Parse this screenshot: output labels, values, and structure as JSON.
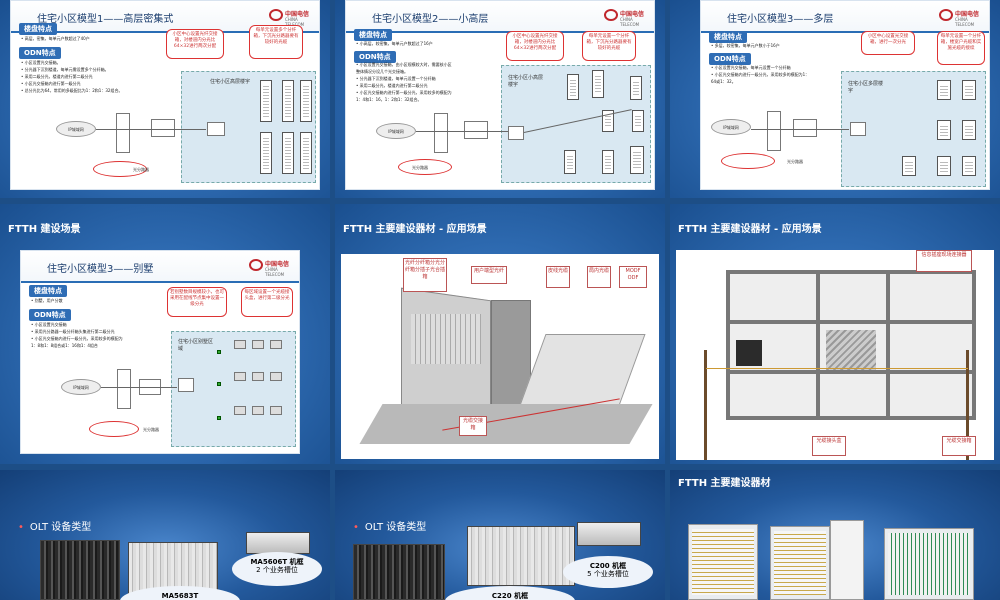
{
  "slides": {
    "s1": {
      "title": "住宅小区模型1——高层密集式",
      "sec1": "楼盘特点",
      "sec1_text": "• 高层，密集，每单元户数超过了40户",
      "sec2": "ODN特点",
      "sec2_text": [
        "• 小区设置光交接箱。",
        "• 分光器下沉到楼道，每单元需设置多个分纤箱。",
        "• 采用二级分光，楼道内进行第二级分光",
        "• 小区光交接箱内进行第一级分光",
        "• 总分光比为64，常用的多级配比为1：2和1：32组合。"
      ],
      "callout1": "小区中心设置光纤交接箱，对楼道内分光比64×32进行两次分配",
      "callout2": "每单元设置多个分纤箱，下沉光分路器要有较好的光缆",
      "zone": "住宅小区高层楼宇",
      "cloud": "IP城域网",
      "legend": "光分路器"
    },
    "s2": {
      "title": "住宅小区模型2——小高层",
      "sec1": "楼盘特点",
      "sec1_text": "• 小高层，较密集，每单元户数超过了16户",
      "sec2": "ODN特点",
      "sec2_text": [
        "• 小区设置光交接箱，由小区规模较大时，需要核小区",
        "  整体情况分设几个光交接箱。",
        "• 分光器下沉到楼道，每单元设置一个分纤箱",
        "• 采用二级分光，楼道内进行第二级分光",
        "• 小区光交接箱内进行第一级分光，采用较多的模配为",
        "  1：4和1：16，1：2和1：32组合。"
      ],
      "callout1": "小区中心设置光纤交接箱，对楼道内分光比64×32进行两次分配",
      "callout2": "每单元设置一个分纤箱，下沉光分路器要有较好的光缆",
      "zone": "住宅小区小高层楼宇",
      "cloud": "IP城域网",
      "legend": "光分路器"
    },
    "s3": {
      "title": "住宅小区模型3——多层",
      "sec1": "楼盘特点",
      "sec1_text": "• 多层，较密集，每单元户数小于16户",
      "sec2": "ODN特点",
      "sec2_text": [
        "• 小区设置光交接箱，每单元设置一个分纤箱",
        "• 小区光交接箱内进行一级分光，采用较多的模配为1：",
        "  64或1：32。"
      ],
      "callout1": "小区中心设置光交接箱，进行一次分光",
      "callout2": "每单元设置一个分纤箱，楼宽户光缆和实施光缆的接续",
      "zone": "住宅小区多层楼宇",
      "cloud": "IP城域网",
      "legend": "光分路器"
    },
    "s4": {
      "title": "住宅小区模型3——别墅",
      "sec1": "楼盘特点",
      "sec1_text": "• 别墅，用户分散",
      "sec2": "ODN特点",
      "sec2_text": [
        "• 小区设置光交接箱",
        "• 采用光分路器一级分纤箱头集进行第二级分光",
        "• 小区光交接箱内进行一级分光，采用较多的模配为",
        "  1：8和1：8组合或1：16和1：4组合"
      ],
      "callout1": "若别墅数目规模较小，也可采用在配线节点集中设置一级分光",
      "callout2": "每区域设置一个光缆接头盒，进行第二级分光",
      "zone": "住宅小区别墅区域",
      "cloud": "IP城域网",
      "legend": "光分路器"
    }
  },
  "tiles": {
    "t4_title": "FTTH 建设场景",
    "t5_title": "FTTH 主要建设器材 - 应用场景",
    "t6_title": "FTTH 主要建设器材 - 应用场景",
    "t9_title": "FTTH 主要建设器材",
    "t7_bullet": "OLT 设备类型",
    "t8_bullet": "OLT 设备类型"
  },
  "scene5": {
    "labels": [
      "光纤分纤箱分光分纤箱分插子光合插箱",
      "用户端型光纤",
      "皮线光缆",
      "局内光缆",
      "MODF ODF",
      "光缆交接箱"
    ]
  },
  "scene6": {
    "labels": [
      "信息插座现场连接器",
      "光缆接头盒",
      "光缆交接箱"
    ]
  },
  "equipment": {
    "t7_big": "MA5683T",
    "t7_small": "MA5606T 机框",
    "t7_small_sub": "2 个业务槽位",
    "t8_mid": "C220 机框",
    "t8_small": "C200 机框",
    "t8_small_sub": "5 个业务槽位"
  },
  "colors": {
    "bg": "#1d4e86",
    "accent": "#2f6db5",
    "callout": "#d33333"
  }
}
